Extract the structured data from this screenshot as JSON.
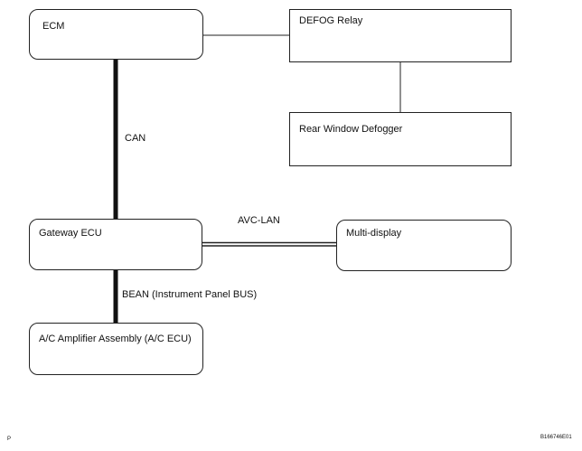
{
  "nodes": {
    "ecm": "ECM",
    "defog_relay": "DEFOG Relay",
    "rear_defogger": "Rear Window Defogger",
    "gateway": "Gateway ECU",
    "multi_display": "Multi-display",
    "ac_amp": "A/C Amplifier Assembly (A/C ECU)"
  },
  "connections": {
    "can": "CAN",
    "avc_lan": "AVC-LAN",
    "bean": "BEAN (Instrument Panel BUS)"
  },
  "footer": {
    "left_mark": "P",
    "figure_id": "B166746E01"
  }
}
